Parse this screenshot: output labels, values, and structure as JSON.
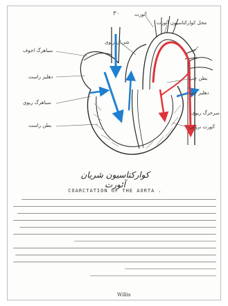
{
  "page": {
    "number": "۳۰"
  },
  "diagram": {
    "labels": [
      {
        "id": "l1",
        "text": "آئورت"
      },
      {
        "id": "l2",
        "text": "محل کوارکتاسیون آئورت"
      },
      {
        "id": "l3",
        "text": "شریان ریوی"
      },
      {
        "id": "l4",
        "text": "بطن چپ"
      },
      {
        "id": "l5",
        "text": "دهلیز چپ"
      },
      {
        "id": "l6",
        "text": "بطن راست"
      },
      {
        "id": "l7",
        "text": "دهلیز راست"
      },
      {
        "id": "l8",
        "text": "سیاهرگ اجوف"
      },
      {
        "id": "l9",
        "text": "سیاهرگ ریوی"
      },
      {
        "id": "l10",
        "text": "سرخرگ ریوی"
      },
      {
        "id": "l11",
        "text": "آئورت نزولی"
      }
    ],
    "colors": {
      "oxygenated": "#e0333a",
      "deoxygenated": "#1f7fd0",
      "ink": "#2a2a2a"
    }
  },
  "caption": {
    "persian_title": "کوارکتاسیون شریان آئورت",
    "english_title": "COARCTATION OF THE AORTA ."
  },
  "attribution": "Willis"
}
